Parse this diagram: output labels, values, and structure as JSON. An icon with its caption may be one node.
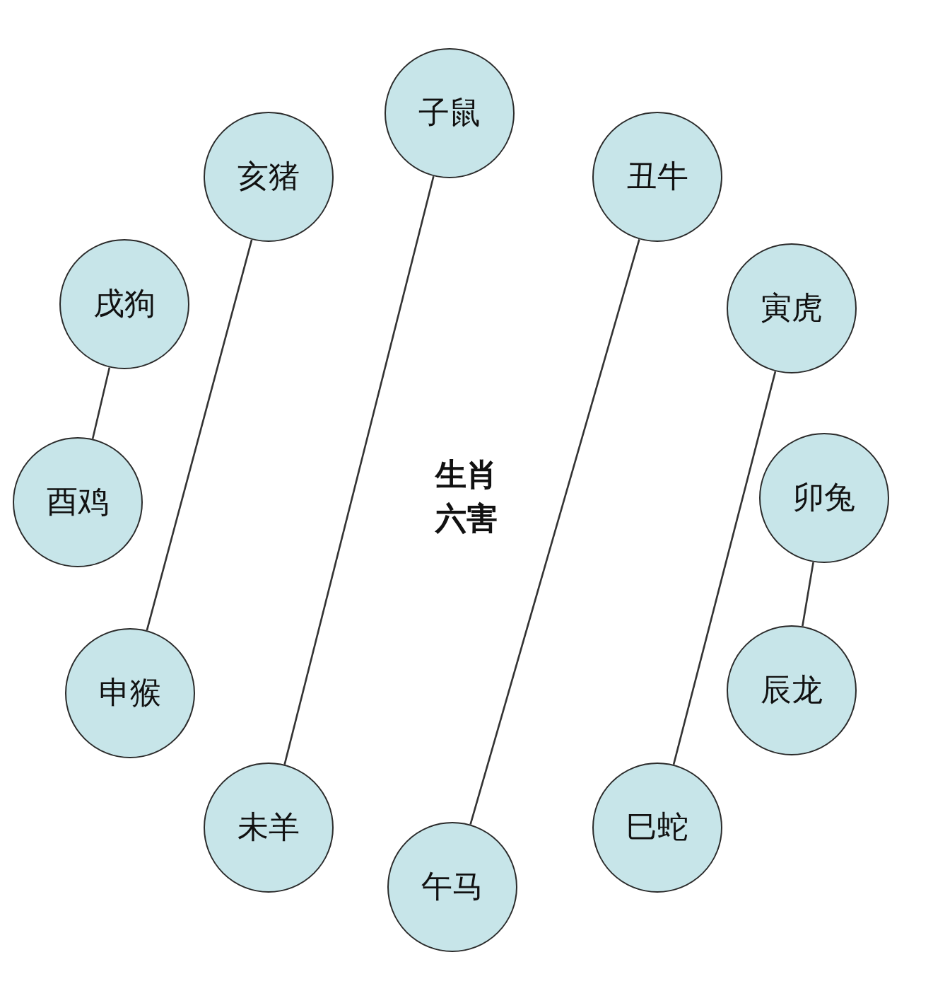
{
  "diagram": {
    "title": "生肖六害",
    "nodes": [
      {
        "text": [
          "子鼠"
        ]
      },
      {
        "text": [
          "丑牛"
        ]
      },
      {
        "text": [
          "寅虎"
        ]
      },
      {
        "text": [
          "卯兔"
        ]
      },
      {
        "text": [
          "辰龙"
        ]
      },
      {
        "text": [
          "巳蛇"
        ]
      },
      {
        "text": [
          "午马"
        ]
      },
      {
        "text": [
          "未羊"
        ]
      },
      {
        "text": [
          "申猴"
        ]
      },
      {
        "text": [
          "酉鸡"
        ]
      },
      {
        "text": [
          "戌狗"
        ]
      },
      {
        "text": [
          "亥猪"
        ]
      }
    ],
    "edges": [
      {
        "from": 0,
        "to": 7,
        "arrow": "none"
      },
      {
        "from": 1,
        "to": 6,
        "arrow": "none"
      },
      {
        "from": 2,
        "to": 5,
        "arrow": "none"
      },
      {
        "from": 3,
        "to": 4,
        "arrow": "none"
      },
      {
        "from": 11,
        "to": 8,
        "arrow": "none"
      },
      {
        "from": 10,
        "to": 9,
        "arrow": "none"
      }
    ]
  }
}
